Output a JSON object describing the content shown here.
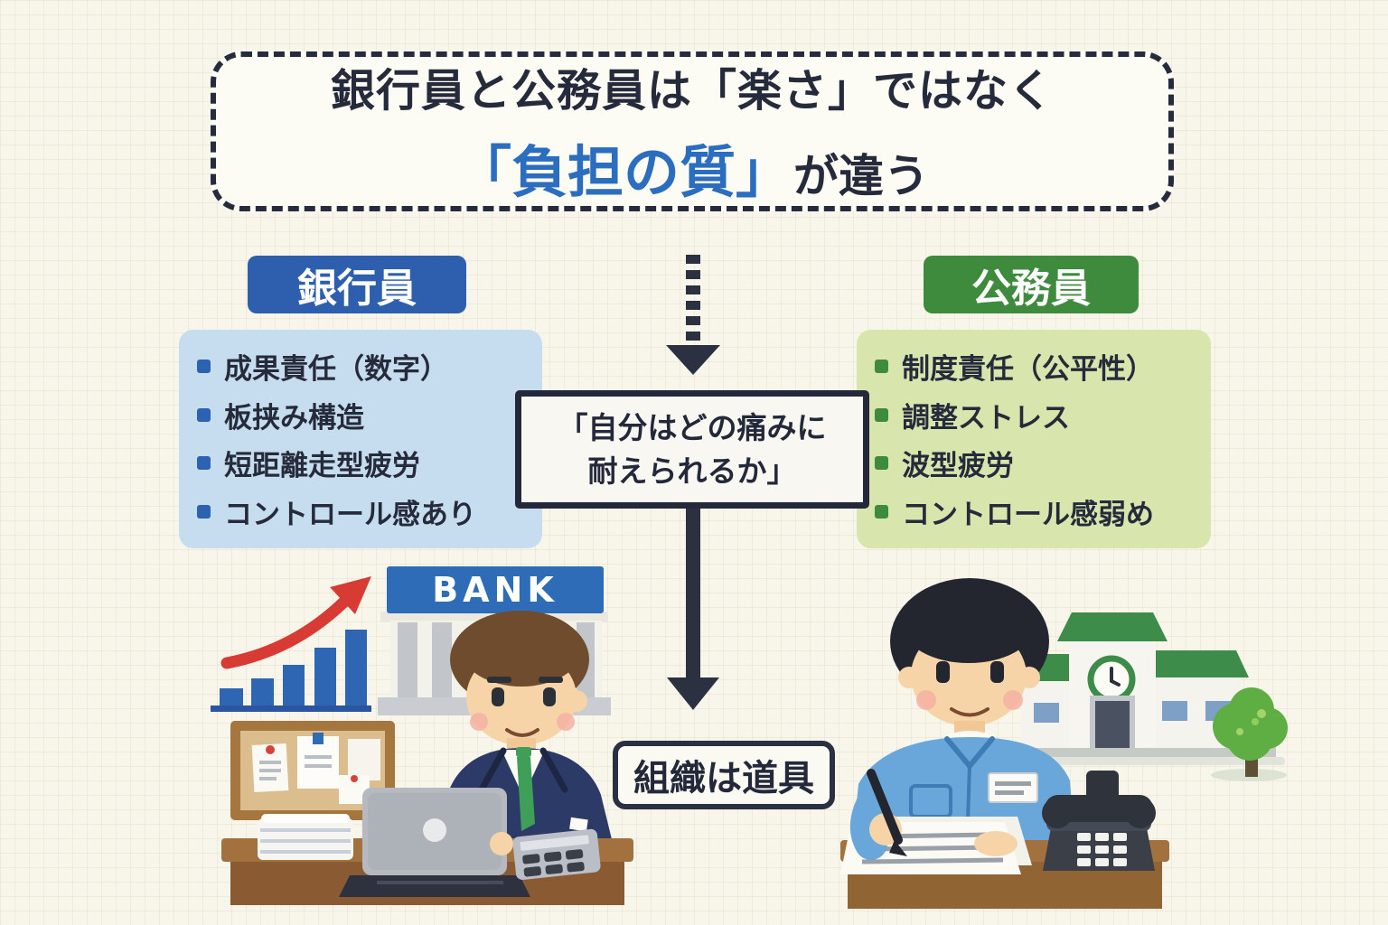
{
  "title": {
    "line1": "銀行員と公務員は「楽さ」ではなく",
    "line2_highlight": "「負担の質」",
    "line2_rest": "が違う"
  },
  "left": {
    "header": "銀行員",
    "items": [
      "成果責任（数字）",
      "板挟み構造",
      "短距離走型疲労",
      "コントロール感あり"
    ]
  },
  "right": {
    "header": "公務員",
    "items": [
      "制度責任（公平性）",
      "調整ストレス",
      "波型疲労",
      "コントロール感弱め"
    ]
  },
  "center_question": {
    "line1": "「自分はどの痛みに",
    "line2": "耐えられるか」"
  },
  "conclusion": {
    "label": "組織は道具"
  },
  "illustrations": {
    "bank_sign": "BANK"
  },
  "colors": {
    "background": "#f8f5eb",
    "ink": "#262b3b",
    "title_highlight": "#2b6dbf",
    "bank_badge": "#2d5fae",
    "bank_panel": "#c6dcef",
    "bank_bullet": "#2d62b3",
    "gov_badge": "#3e8b3e",
    "gov_panel": "#d8e6ae",
    "gov_bullet": "#3e8b3e",
    "arrow": "#2c3142",
    "chart_red_arrow": "#d83a34",
    "chart_bar_blue": "#2e66b4",
    "suit_navy": "#2b3a66",
    "tie_green": "#3f9e57",
    "shirt_blue": "#69a7da",
    "roof_green": "#3e8c4a",
    "desk_brown": "#8a5a33"
  }
}
